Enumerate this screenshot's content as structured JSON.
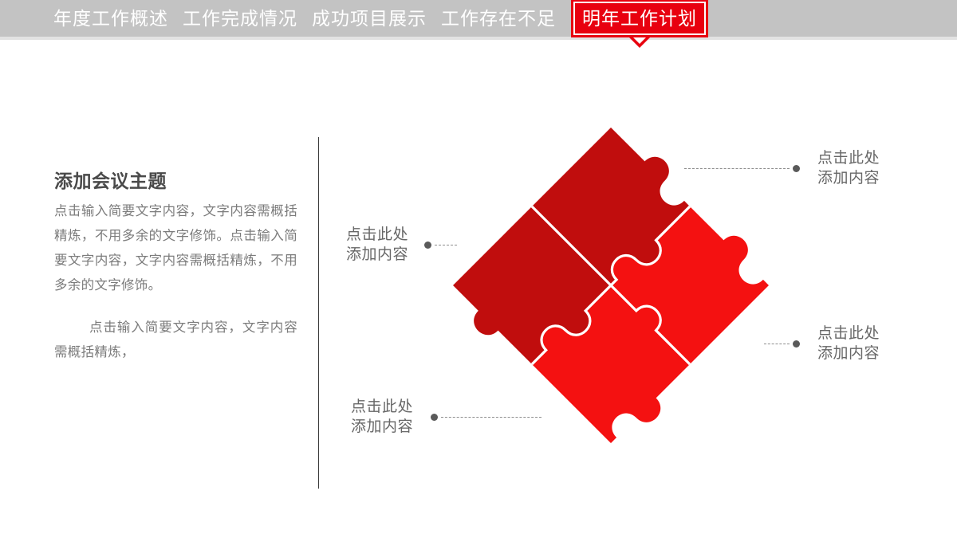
{
  "nav": {
    "tabs": [
      {
        "label": "年度工作概述",
        "active": false
      },
      {
        "label": "工作完成情况",
        "active": false
      },
      {
        "label": "成功项目展示",
        "active": false
      },
      {
        "label": "工作存在不足",
        "active": false
      },
      {
        "label": "明年工作计划",
        "active": true
      }
    ],
    "bar_color": "#c3c3c3",
    "active_color": "#e8000f",
    "text_color": "#ffffff"
  },
  "left_panel": {
    "heading": "添加会议主题",
    "paragraph_1": "点击输入简要文字内容，文字内容需概括精炼，不用多余的文字修饰。点击输入简要文字内容，文字内容需概括精炼，不用多余的文字修饰。",
    "paragraph_2": "点击输入简要文字内容，文字内容需概括精炼，",
    "heading_color": "#4a4a4a",
    "body_color": "#7b7b7b"
  },
  "puzzle": {
    "pieces": [
      {
        "position": "top",
        "color": "#f41111"
      },
      {
        "position": "right",
        "color": "#f41111"
      },
      {
        "position": "left",
        "color": "#c00d0d"
      },
      {
        "position": "bottom",
        "color": "#c00d0d"
      }
    ],
    "separator_color": "#ffffff",
    "rotation_degrees": 45
  },
  "callouts": [
    {
      "id": "top-right",
      "line_1": "点击此处",
      "line_2": "添加内容"
    },
    {
      "id": "bottom-right",
      "line_1": "点击此处",
      "line_2": "添加内容"
    },
    {
      "id": "left",
      "line_1": "点击此处",
      "line_2": "添加内容"
    },
    {
      "id": "bottom-left",
      "line_1": "点击此处",
      "line_2": "添加内容"
    }
  ],
  "colors": {
    "background": "#ffffff",
    "accent_red": "#e8000f",
    "dark_red": "#c00d0d",
    "bright_red": "#f41111",
    "divider": "#3a3a3a",
    "dash": "#8e8e8e",
    "dot": "#5a5a5a"
  }
}
